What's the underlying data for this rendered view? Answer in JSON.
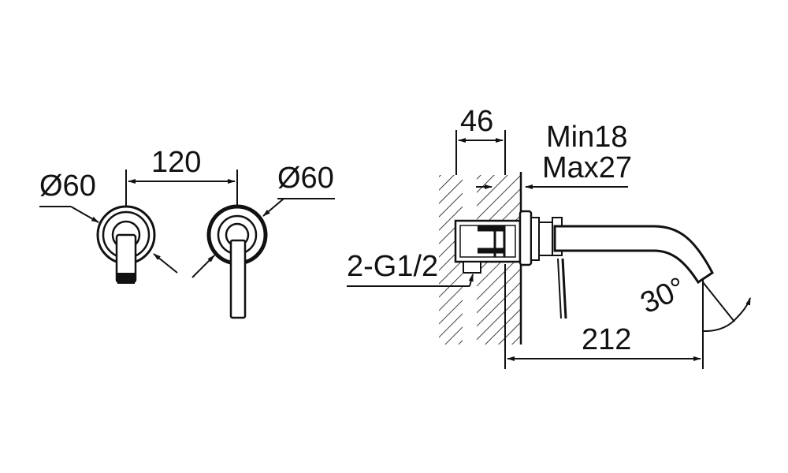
{
  "diagram": {
    "labels": {
      "left_diameter": "Ø60",
      "spacing": "120",
      "right_diameter": "Ø60",
      "wall_depth": "46",
      "min_thickness": "Min18",
      "max_thickness": "Max27",
      "inlet_thread": "2-G1/2",
      "spout_angle": "30°",
      "spout_reach": "212"
    },
    "colors": {
      "line": "#111111",
      "background": "#ffffff"
    }
  }
}
